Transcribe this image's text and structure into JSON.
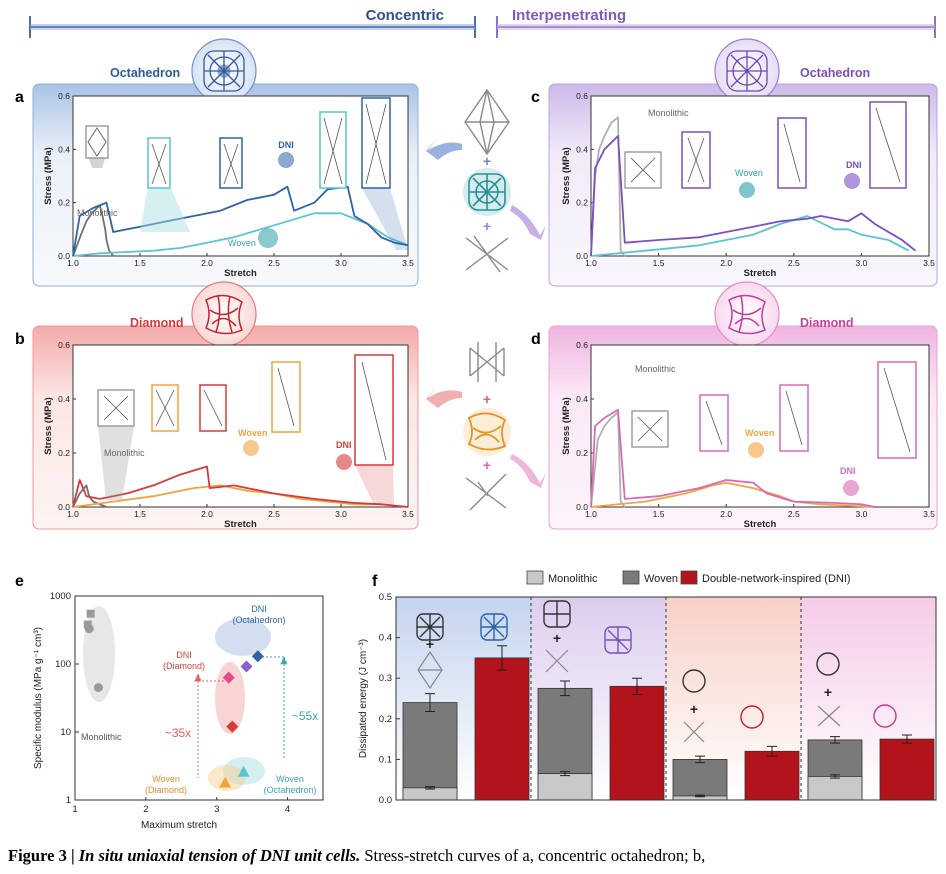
{
  "header": {
    "concentric": "Concentric",
    "interpenetrating": "Interpenetrating"
  },
  "colors": {
    "blue": "#2e63a8",
    "teal": "#5cc4cf",
    "purple": "#7a4fc0",
    "red": "#d83a3a",
    "orange": "#f2a43c",
    "pink": "#d86ab8",
    "dni_red": "#b3131b",
    "woven_gray": "#7a7a7a",
    "mono_gray": "#c8c8c8"
  },
  "panels": {
    "a": {
      "letter": "a",
      "title": "Octahedron",
      "labels": {
        "monolithic": "Monolithic",
        "dni": "DNI",
        "woven": "Woven"
      }
    },
    "b": {
      "letter": "b",
      "title": "Diamond",
      "labels": {
        "monolithic": "Monolithic",
        "dni": "DNI",
        "woven": "Woven"
      }
    },
    "c": {
      "letter": "c",
      "title": "Octahedron",
      "labels": {
        "monolithic": "Monolithic",
        "dni": "DNI",
        "woven": "Woven"
      }
    },
    "d": {
      "letter": "d",
      "title": "Diamond",
      "labels": {
        "monolithic": "Monolithic",
        "dni": "DNI",
        "woven": "Woven"
      }
    },
    "e": {
      "letter": "e",
      "labels": {
        "monolithic": "Monolithic",
        "dni_oct": "DNI",
        "dni_oct_sub": "(Octahedron)",
        "dni_dia": "DNI",
        "dni_dia_sub": "(Diamond)",
        "woven_dia": "Woven",
        "woven_dia_sub": "(Diamond)",
        "woven_oct": "Woven",
        "woven_oct_sub": "(Octahedron)",
        "ratio_dia": "~35x",
        "ratio_oct": "~55x"
      }
    },
    "f": {
      "letter": "f",
      "legend": [
        "Monolithic",
        "Woven",
        "Double-network-inspired (DNI)"
      ]
    }
  },
  "chart_data": [
    {
      "id": "a",
      "type": "line",
      "xlabel": "Stretch",
      "ylabel": "Stress (MPa)",
      "xlim": [
        1.0,
        3.5
      ],
      "ylim": [
        0,
        0.6
      ],
      "xticks": [
        "1.0",
        "1.5",
        "2.0",
        "2.5",
        "3.0",
        "3.5"
      ],
      "yticks": [
        "0.0",
        "0.2",
        "0.4",
        "0.6"
      ],
      "series": [
        {
          "name": "Monolithic",
          "x": [
            1.0,
            1.06,
            1.1,
            1.14,
            1.18,
            1.2,
            1.22,
            1.24,
            1.25,
            1.27,
            1.3
          ],
          "y": [
            0,
            0.08,
            0.13,
            0.16,
            0.18,
            0.19,
            0.15,
            0.1,
            0.06,
            0.02,
            0.0
          ]
        },
        {
          "name": "Woven",
          "x": [
            1.0,
            1.2,
            1.4,
            1.6,
            1.8,
            2.0,
            2.2,
            2.4,
            2.6,
            2.8,
            3.0,
            3.2,
            3.35,
            3.5
          ],
          "y": [
            0,
            0.01,
            0.015,
            0.02,
            0.03,
            0.05,
            0.07,
            0.1,
            0.13,
            0.16,
            0.16,
            0.12,
            0.07,
            0.04
          ]
        },
        {
          "name": "DNI",
          "x": [
            1.0,
            1.05,
            1.15,
            1.25,
            1.3,
            1.5,
            1.7,
            1.9,
            2.1,
            2.3,
            2.5,
            2.6,
            2.65,
            2.8,
            2.9,
            3.05,
            3.1,
            3.2,
            3.3,
            3.4,
            3.5
          ],
          "y": [
            0,
            0.15,
            0.18,
            0.2,
            0.09,
            0.11,
            0.13,
            0.15,
            0.17,
            0.21,
            0.23,
            0.26,
            0.17,
            0.2,
            0.25,
            0.26,
            0.15,
            0.12,
            0.07,
            0.05,
            0.04
          ]
        }
      ]
    },
    {
      "id": "b",
      "type": "line",
      "xlabel": "Stretch",
      "ylabel": "Stress (MPa)",
      "xlim": [
        1.0,
        3.5
      ],
      "ylim": [
        0,
        0.6
      ],
      "xticks": [
        "1.0",
        "1.5",
        "2.0",
        "2.5",
        "3.0",
        "3.5"
      ],
      "yticks": [
        "0.0",
        "0.2",
        "0.4",
        "0.6"
      ],
      "series": [
        {
          "name": "Monolithic",
          "x": [
            1.0,
            1.05,
            1.1,
            1.12,
            1.15,
            1.2,
            1.25
          ],
          "y": [
            0,
            0.05,
            0.08,
            0.04,
            0.02,
            0.01,
            0.0
          ]
        },
        {
          "name": "Woven",
          "x": [
            1.0,
            1.3,
            1.6,
            1.9,
            2.1,
            2.3,
            2.5,
            2.7,
            2.9,
            3.1,
            3.3
          ],
          "y": [
            0,
            0.02,
            0.04,
            0.07,
            0.08,
            0.06,
            0.05,
            0.03,
            0.02,
            0.01,
            0.01
          ]
        },
        {
          "name": "DNI",
          "x": [
            1.0,
            1.05,
            1.1,
            1.2,
            1.4,
            1.6,
            1.8,
            2.0,
            2.02,
            2.2,
            2.5,
            2.8,
            3.0,
            3.1,
            3.3,
            3.5
          ],
          "y": [
            0,
            0.1,
            0.04,
            0.03,
            0.05,
            0.08,
            0.12,
            0.15,
            0.07,
            0.08,
            0.05,
            0.03,
            0.02,
            0.015,
            0.01,
            0.0
          ]
        }
      ]
    },
    {
      "id": "c",
      "type": "line",
      "xlabel": "Stretch",
      "ylabel": "Stress (MPa)",
      "xlim": [
        1.0,
        3.5
      ],
      "ylim": [
        0,
        0.6
      ],
      "xticks": [
        "1.0",
        "1.5",
        "2.0",
        "2.5",
        "3.0",
        "3.5"
      ],
      "yticks": [
        "0.0",
        "0.2",
        "0.4",
        "0.6"
      ],
      "series": [
        {
          "name": "Monolithic",
          "x": [
            1.0,
            1.03,
            1.06,
            1.1,
            1.15,
            1.2,
            1.22,
            1.25
          ],
          "y": [
            0,
            0.3,
            0.4,
            0.45,
            0.5,
            0.52,
            0.02,
            0.0
          ]
        },
        {
          "name": "Woven",
          "x": [
            1.0,
            1.4,
            1.8,
            2.0,
            2.2,
            2.4,
            2.6,
            2.8,
            2.9,
            3.0,
            3.2,
            3.35
          ],
          "y": [
            0,
            0.02,
            0.04,
            0.06,
            0.08,
            0.12,
            0.15,
            0.1,
            0.1,
            0.08,
            0.06,
            0.02
          ]
        },
        {
          "name": "DNI",
          "x": [
            1.0,
            1.03,
            1.1,
            1.2,
            1.25,
            1.5,
            1.8,
            2.0,
            2.2,
            2.4,
            2.6,
            2.7,
            2.9,
            3.0,
            3.1,
            3.3,
            3.4
          ],
          "y": [
            0,
            0.33,
            0.4,
            0.45,
            0.05,
            0.06,
            0.07,
            0.09,
            0.11,
            0.13,
            0.14,
            0.15,
            0.13,
            0.16,
            0.12,
            0.06,
            0.02
          ]
        }
      ]
    },
    {
      "id": "d",
      "type": "line",
      "xlabel": "Stretch",
      "ylabel": "Stress (MPa)",
      "xlim": [
        1.0,
        3.5
      ],
      "ylim": [
        0,
        0.6
      ],
      "xticks": [
        "1.0",
        "1.5",
        "2.0",
        "2.5",
        "3.0",
        "3.5"
      ],
      "yticks": [
        "0.0",
        "0.2",
        "0.4",
        "0.6"
      ],
      "series": [
        {
          "name": "Monolithic",
          "x": [
            1.0,
            1.05,
            1.1,
            1.15,
            1.2,
            1.22,
            1.25
          ],
          "y": [
            0,
            0.25,
            0.3,
            0.33,
            0.35,
            0.02,
            0.0
          ]
        },
        {
          "name": "Woven",
          "x": [
            1.0,
            1.4,
            1.7,
            1.9,
            2.0,
            2.2,
            2.4,
            2.5,
            2.7,
            2.9,
            3.1
          ],
          "y": [
            0,
            0.02,
            0.05,
            0.08,
            0.09,
            0.07,
            0.04,
            0.02,
            0.01,
            0.005,
            0.0
          ]
        },
        {
          "name": "DNI",
          "x": [
            1.0,
            1.03,
            1.1,
            1.2,
            1.25,
            1.5,
            1.8,
            2.0,
            2.2,
            2.3,
            2.5,
            2.8,
            3.0,
            3.1
          ],
          "y": [
            0,
            0.3,
            0.33,
            0.36,
            0.03,
            0.04,
            0.07,
            0.1,
            0.09,
            0.05,
            0.02,
            0.015,
            0.01,
            0.0
          ]
        }
      ]
    },
    {
      "id": "e",
      "type": "scatter",
      "xlabel": "Maximum stretch",
      "ylabel": "Specific modulus (MPa g⁻¹ cm³)",
      "xlim": [
        1,
        4.5
      ],
      "ylim": [
        1,
        1000
      ],
      "yscale": "log",
      "xticks": [
        "1",
        "2",
        "3",
        "4"
      ],
      "yticks": [
        "1",
        "10",
        "100",
        "1000"
      ],
      "series": [
        {
          "name": "Monolithic",
          "points": [
            {
              "x": 1.22,
              "y": 550,
              "marker": "square"
            },
            {
              "x": 1.18,
              "y": 380,
              "marker": "square"
            },
            {
              "x": 1.2,
              "y": 330,
              "marker": "circle"
            },
            {
              "x": 1.33,
              "y": 45,
              "marker": "circle"
            }
          ]
        },
        {
          "name": "DNI",
          "points": [
            {
              "x": 3.58,
              "y": 130,
              "marker": "diamond",
              "color": "#2e63a8"
            },
            {
              "x": 3.42,
              "y": 92,
              "marker": "diamond",
              "color": "#8a62c8"
            },
            {
              "x": 3.17,
              "y": 63,
              "marker": "diamond",
              "color": "#e44a8a"
            },
            {
              "x": 3.22,
              "y": 12,
              "marker": "diamond",
              "color": "#d83a3a"
            }
          ]
        },
        {
          "name": "Woven",
          "points": [
            {
              "x": 3.38,
              "y": 2.6,
              "marker": "triangle",
              "color": "#5cc4cf"
            },
            {
              "x": 3.12,
              "y": 1.8,
              "marker": "triangle",
              "color": "#f2a43c"
            }
          ]
        }
      ]
    },
    {
      "id": "f",
      "type": "bar",
      "ylabel": "Dissipated energy (J cm⁻³)",
      "ylim": [
        0,
        0.5
      ],
      "yticks": [
        "0.0",
        "0.1",
        "0.2",
        "0.3",
        "0.4",
        "0.5"
      ],
      "groups": [
        {
          "woven": 0.24,
          "woven_err": 0.022,
          "mono": 0.03,
          "mono_err": 0.003,
          "dni": 0.35,
          "dni_err": 0.03
        },
        {
          "woven": 0.275,
          "woven_err": 0.018,
          "mono": 0.065,
          "mono_err": 0.005,
          "dni": 0.28,
          "dni_err": 0.02
        },
        {
          "woven": 0.1,
          "woven_err": 0.008,
          "mono": 0.01,
          "mono_err": 0.002,
          "dni": 0.12,
          "dni_err": 0.012
        },
        {
          "woven": 0.148,
          "woven_err": 0.008,
          "mono": 0.058,
          "mono_err": 0.004,
          "dni": 0.15,
          "dni_err": 0.01
        }
      ]
    }
  ],
  "caption": {
    "label": "Figure 3",
    "sep": " | ",
    "title": "In situ uniaxial tension of DNI unit cells.",
    "text": " Stress-stretch curves of a, concentric octahedron; b,"
  }
}
